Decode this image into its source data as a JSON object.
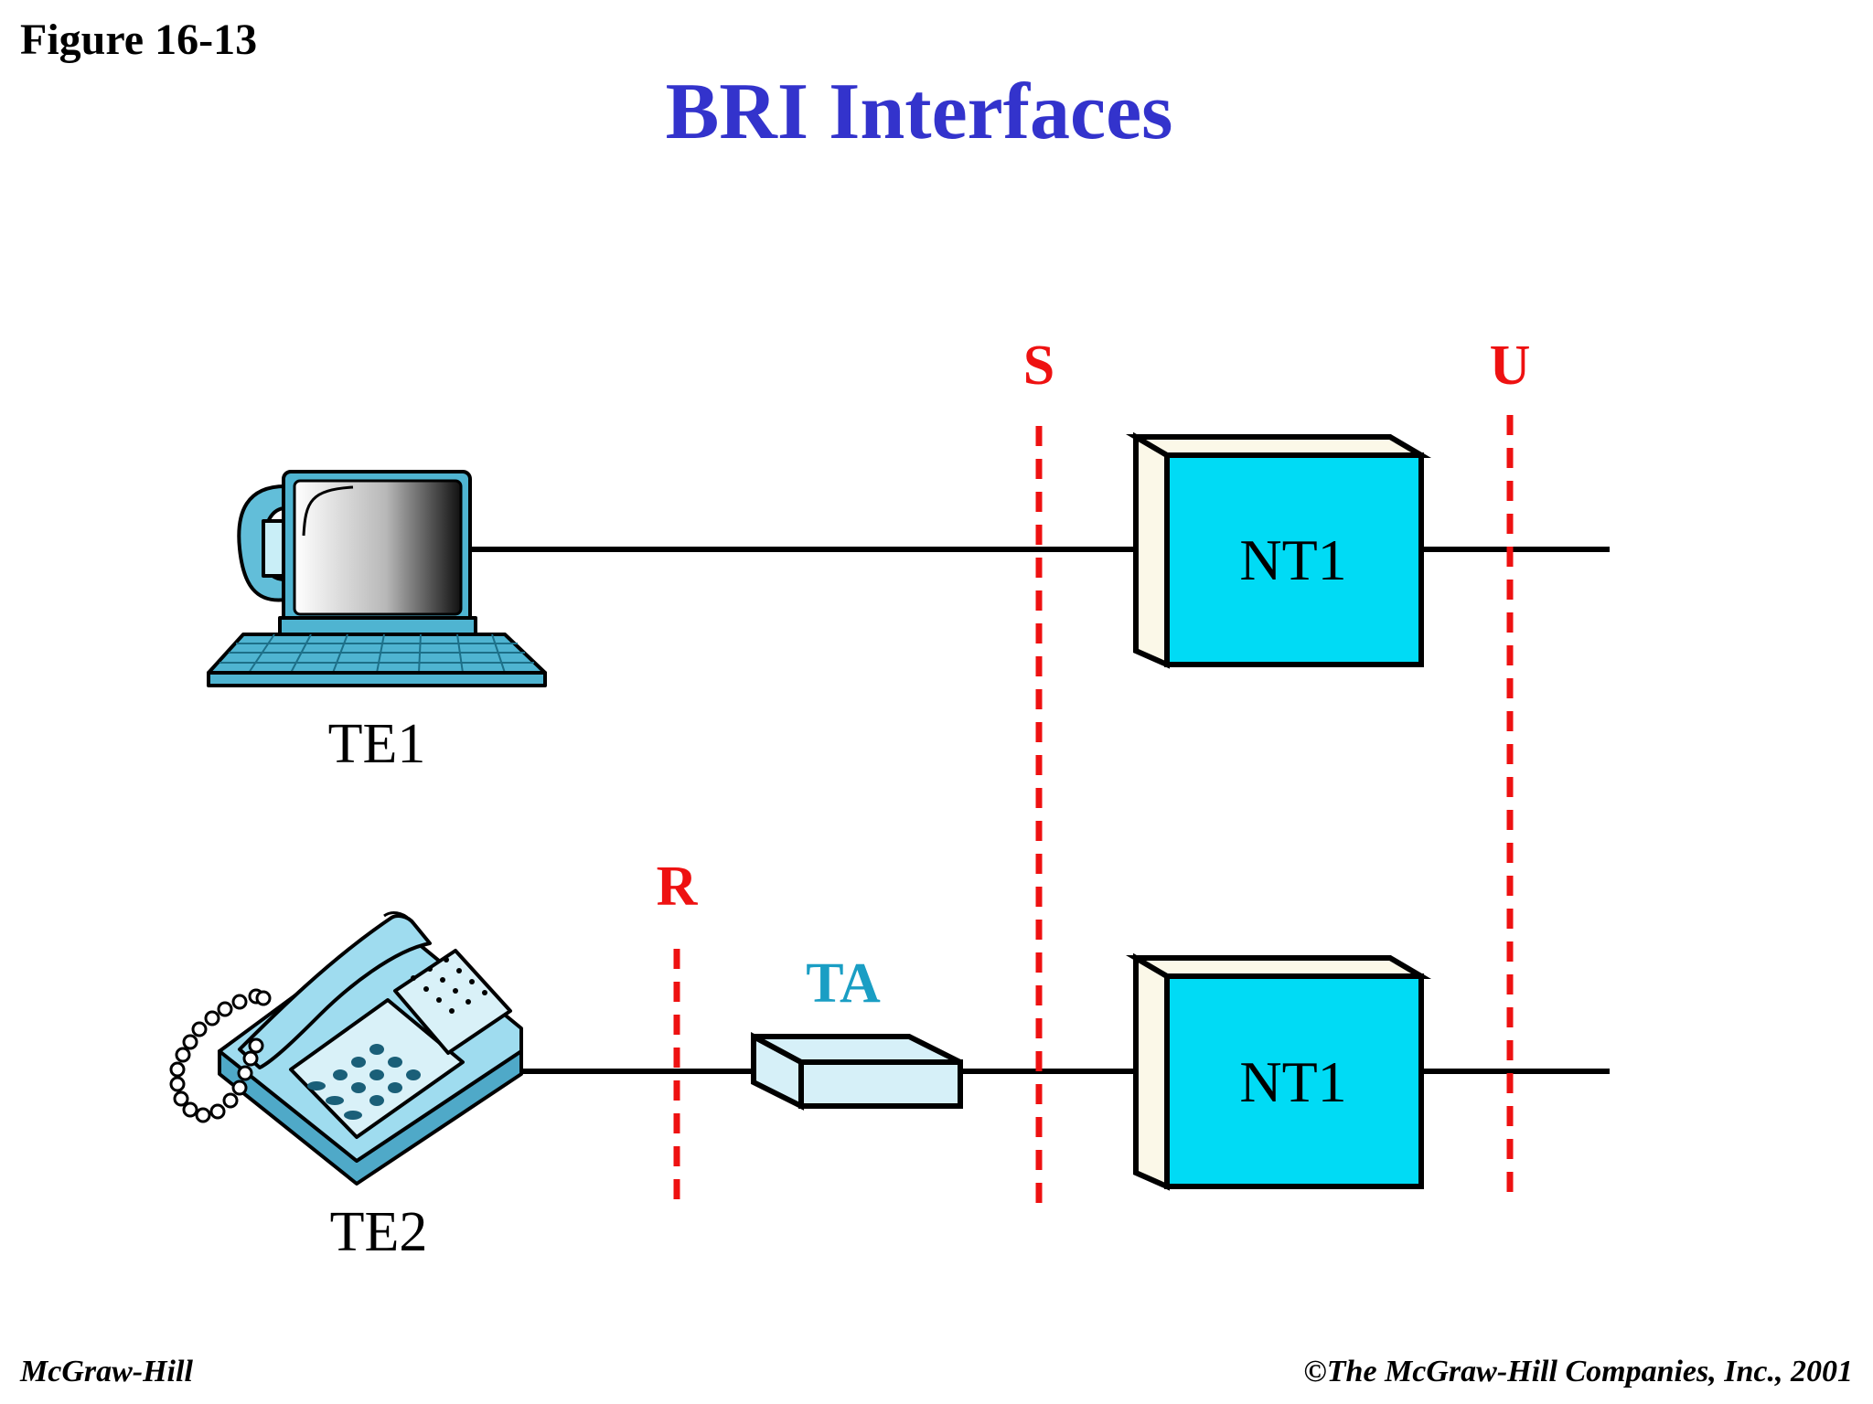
{
  "header": {
    "figure_label": "Figure 16-13",
    "title": "BRI Interfaces"
  },
  "diagram": {
    "interfaces": {
      "r": "R",
      "s": "S",
      "u": "U"
    },
    "devices": {
      "te1": "TE1",
      "te2": "TE2",
      "ta": "TA",
      "nt1_top": "NT1",
      "nt1_bottom": "NT1"
    },
    "icons": {
      "te1": "computer-icon",
      "te2": "telephone-icon"
    },
    "colors": {
      "interface_lines": "#ee1111",
      "nt1_fill": "#00dbf5",
      "ta_fill": "#d6f0f8",
      "title": "#3333cc",
      "ta_label": "#1a9ec4"
    }
  },
  "footer": {
    "publisher": "McGraw-Hill",
    "copyright": "©The McGraw-Hill Companies, Inc., 2001"
  }
}
